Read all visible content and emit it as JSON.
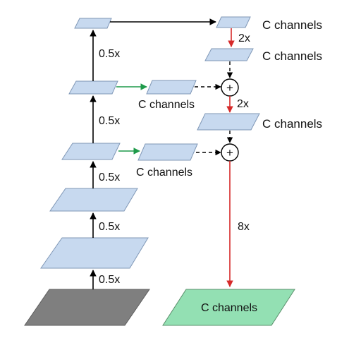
{
  "colors": {
    "feature_fill": "#c7d9ef",
    "feature_stroke": "#7f97b6",
    "input_fill": "#7f7f7f",
    "output_fill": "#93e0b3",
    "output_stroke": "#5a8f6b",
    "arrow_black": "#000000",
    "arrow_red": "#d62a2a",
    "arrow_green": "#1f9a4a"
  },
  "labels": {
    "downsample": "0.5x",
    "upsample_2x": "2x",
    "upsample_8x": "8x",
    "channels": "C channels",
    "add_symbol": "+"
  }
}
